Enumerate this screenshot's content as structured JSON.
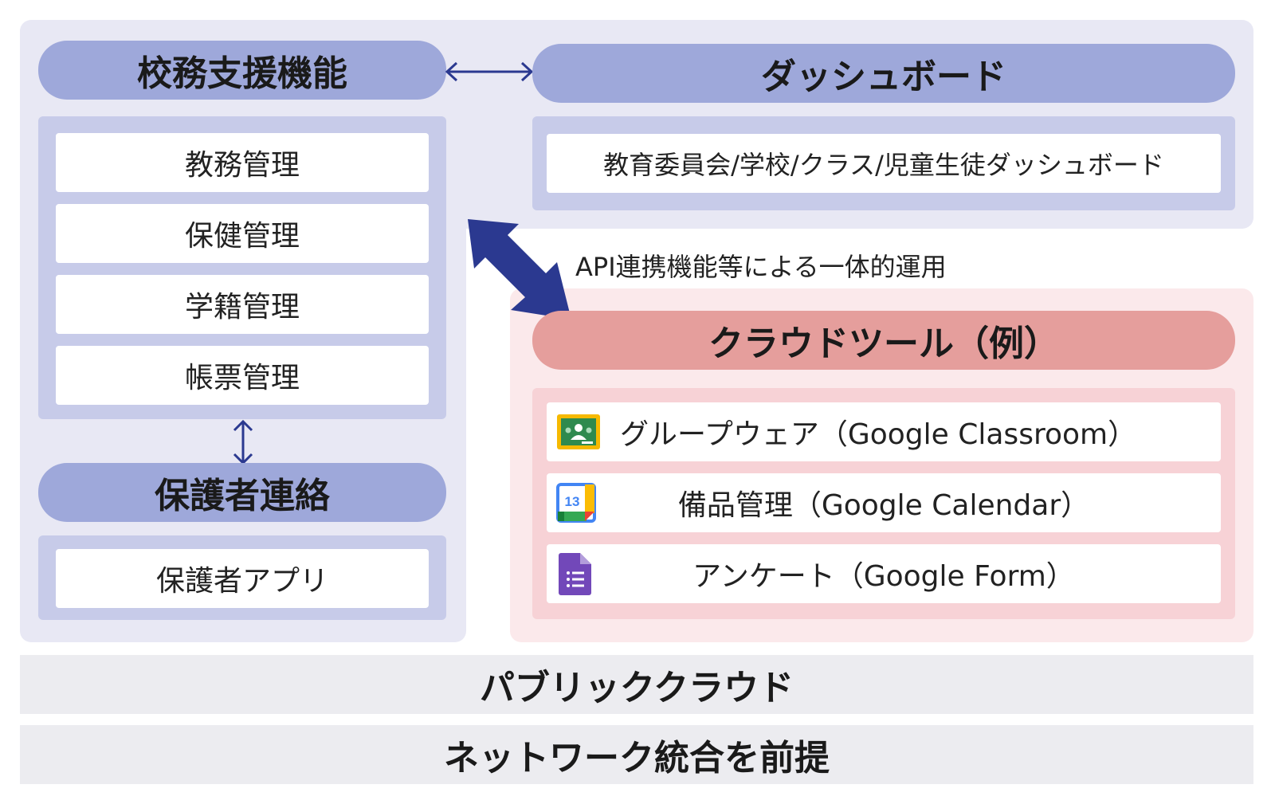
{
  "school_support": {
    "title": "校務支援機能",
    "items": [
      "教務管理",
      "保健管理",
      "学籍管理",
      "帳票管理"
    ]
  },
  "parent_contact": {
    "title": "保護者連絡",
    "items": [
      "保護者アプリ"
    ]
  },
  "dashboard": {
    "title": "ダッシュボード",
    "item": "教育委員会/学校/クラス/児童生徒ダッシュボード"
  },
  "api_note": "API連携機能等による一体的運用",
  "cloud_tools": {
    "title": "クラウドツール（例）",
    "items": [
      {
        "label": "グループウェア（Google Classroom）",
        "icon": "google-classroom-icon"
      },
      {
        "label": "備品管理（Google Calendar）",
        "icon": "google-calendar-icon"
      },
      {
        "label": "アンケート（Google Form）",
        "icon": "google-forms-icon"
      }
    ],
    "calendar_day": "13"
  },
  "foundation": {
    "public_cloud": "パブリッククラウド",
    "network": "ネットワーク統合を前提"
  },
  "colors": {
    "blue_panel": "#e8e8f4",
    "blue_pill": "#9ea8da",
    "blue_group": "#c7cbe9",
    "red_panel": "#fbe9eb",
    "red_pill": "#e59e9c",
    "red_group": "#f7d2d6",
    "arrow": "#2b3990",
    "gray_bar": "#ececf0"
  }
}
